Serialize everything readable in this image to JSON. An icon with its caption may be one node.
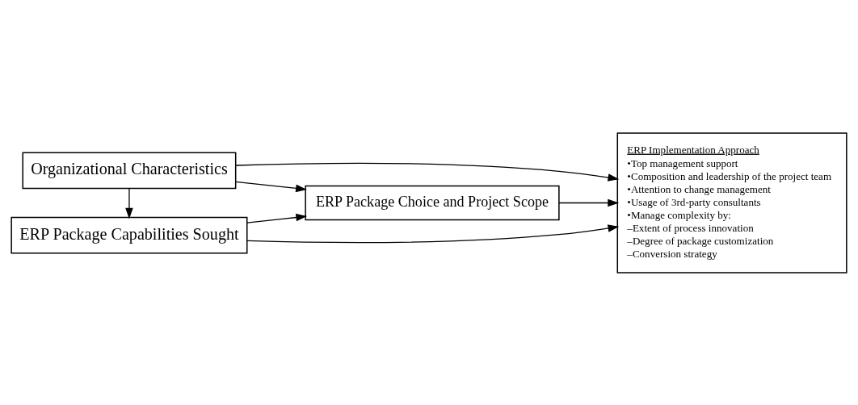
{
  "diagram": {
    "nodes": [
      {
        "text": [
          "Organizational Characteristics"
        ]
      },
      {
        "text": [
          "ERP Package Capabilities Sought"
        ]
      },
      {
        "text": [
          "ERP Package Choice and Project Scope"
        ]
      },
      {
        "text": [
          "ERP Implementation Approach",
          "•Top management support",
          "•Composition and leadership of the project team",
          "•Attention to change management",
          "•Usage of 3rd-party consultants",
          "•Manage complexity by:",
          "–Extent of process innovation",
          "–Degree of package customization",
          "–Conversion strategy"
        ]
      }
    ],
    "edges": [
      {
        "from": 0,
        "to": 3,
        "arrow": "to"
      },
      {
        "from": 0,
        "to": 2,
        "arrow": "to"
      },
      {
        "from": 0,
        "to": 1,
        "arrow": "to"
      },
      {
        "from": 1,
        "to": 2,
        "arrow": "to"
      },
      {
        "from": 1,
        "to": 3,
        "arrow": "to"
      },
      {
        "from": 2,
        "to": 3,
        "arrow": "to"
      }
    ]
  }
}
